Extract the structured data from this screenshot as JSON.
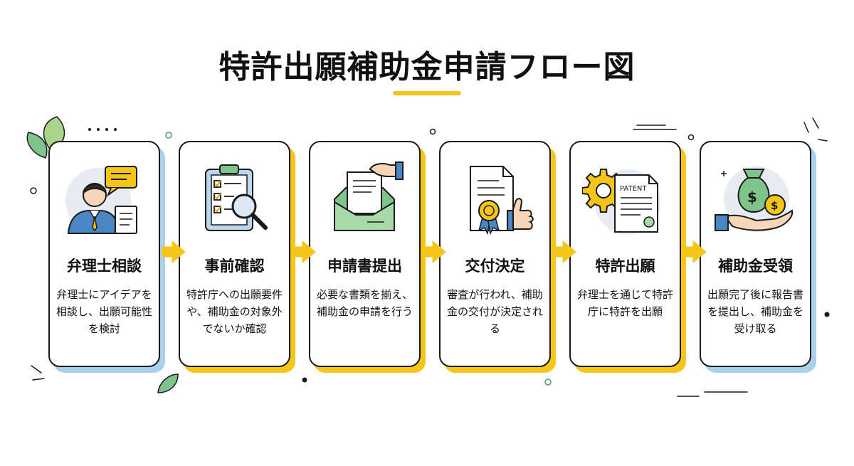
{
  "diagram": {
    "title": "特許出願補助金申請フロー図",
    "accent_colors": {
      "yellow": "#f5c518",
      "blue": "#a9d1ec",
      "green": "#7fc48a"
    },
    "steps": [
      {
        "title": "弁理士相談",
        "description": "弁理士にアイデアを相談し、出願可能性を検討",
        "icon": "consultant-icon"
      },
      {
        "title": "事前確認",
        "description": "特許庁への出願要件や、補助金の対象外でないか確認",
        "icon": "clipboard-magnifier-icon"
      },
      {
        "title": "申請書提出",
        "description": "必要な書類を揃え、補助金の申請を行う",
        "icon": "document-submission-icon"
      },
      {
        "title": "交付決定",
        "description": "審査が行われ、補助金の交付が決定される",
        "icon": "certificate-thumbs-up-icon"
      },
      {
        "title": "特許出願",
        "description": "弁理士を通じて特許庁に特許を出願",
        "icon": "patent-gear-icon",
        "badge": "PATENT"
      },
      {
        "title": "補助金受領",
        "description": "出願完了後に報告書を提出し、補助金を受け取る",
        "icon": "money-hand-icon"
      }
    ]
  }
}
